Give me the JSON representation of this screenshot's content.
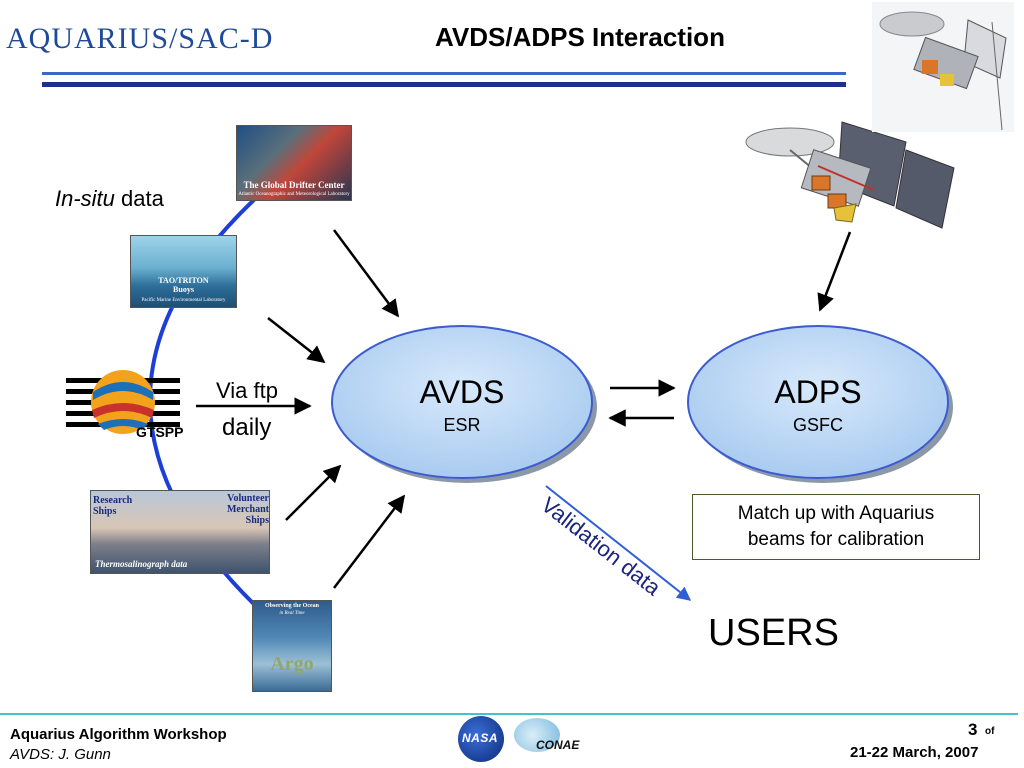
{
  "header": {
    "logo_text": "AQUARIUS/SAC-D",
    "title": "AVDS/ADPS Interaction"
  },
  "sources": {
    "insitu_italic": "In-situ",
    "insitu_rest": " data",
    "drifter_caption": "The Global Drifter Center",
    "drifter_subcaption": "Atlantic Oceanographic and Meteorological Laboratory",
    "tao_caption": "TAO/TRITON Buoys",
    "tao_subcaption": "Pacific Marine Environmental Laboratory",
    "gtspp_label": "GTSPP",
    "via_ftp": "Via ftp",
    "daily": "daily",
    "ships_left": "Research Ships",
    "ships_right": "Volunteer Merchant Ships",
    "ships_bottom": "Thermosalinograph data",
    "argo_top": "Observing the Ocean",
    "argo_mid": "in Real Time",
    "argo_name": "Argo"
  },
  "nodes": {
    "avds_title": "AVDS",
    "avds_sub": "ESR",
    "adps_title": "ADPS",
    "adps_sub": "GSFC"
  },
  "annotations": {
    "matchup_line1": "Match up with Aquarius",
    "matchup_line2": "beams for calibration",
    "validation": "Validation data",
    "users": "USERS"
  },
  "footer": {
    "workshop": "Aquarius Algorithm Workshop",
    "author": "AVDS: J. Gunn",
    "page_num": "3",
    "page_of": "of",
    "date": "21-22 March, 2007",
    "nasa_logo": "NASA",
    "conae_logo": "CONAE"
  },
  "colors": {
    "ellipse_fill": "#bcd8f3",
    "ellipse_stroke": "#3c5bd0",
    "arc": "#1d3ed8",
    "accent_rule": "#1d2f8f",
    "footer_rule": "#49c0d0"
  }
}
